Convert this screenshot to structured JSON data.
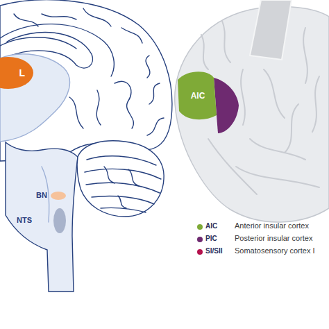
{
  "diagram": {
    "nodes": [
      {
        "text": [
          "L"
        ]
      },
      {
        "text": [
          "AIC"
        ]
      }
    ],
    "labels": [
      "BN",
      "NTS",
      "AIC",
      "PIC",
      "SI/SII"
    ],
    "legend": [
      {
        "text": "Anterior insular cortex",
        "color": "#7faa37"
      },
      {
        "text": "Posterior insular cortex",
        "color": "#6e2a70"
      },
      {
        "text": "Somatosensory cortex I",
        "color": "#b5124d"
      }
    ]
  }
}
